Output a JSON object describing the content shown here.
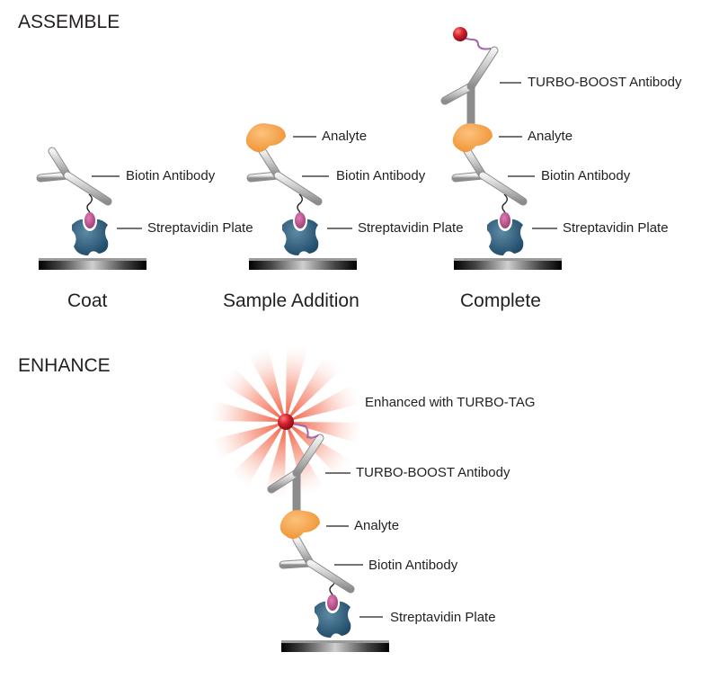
{
  "sections": {
    "assemble": "ASSEMBLE",
    "enhance": "ENHANCE"
  },
  "panels": {
    "coat": {
      "caption": "Coat",
      "labels": {
        "biotin_antibody": "Biotin Antibody",
        "streptavidin_plate": "Streptavidin Plate"
      }
    },
    "sample_addition": {
      "caption": "Sample Addition",
      "labels": {
        "analyte": "Analyte",
        "biotin_antibody": "Biotin Antibody",
        "streptavidin_plate": "Streptavidin Plate"
      }
    },
    "complete": {
      "caption": "Complete",
      "labels": {
        "turbo_boost_antibody": "TURBO-BOOST Antibody",
        "analyte": "Analyte",
        "biotin_antibody": "Biotin Antibody",
        "streptavidin_plate": "Streptavidin Plate"
      }
    },
    "enhanced": {
      "labels": {
        "turbo_tag": "Enhanced with TURBO-TAG",
        "turbo_boost_antibody": "TURBO-BOOST Antibody",
        "analyte": "Analyte",
        "biotin_antibody": "Biotin Antibody",
        "streptavidin_plate": "Streptavidin Plate"
      }
    }
  },
  "colors": {
    "streptavidin": "#2e5f7f",
    "biotin": "#b0508a",
    "analyte": "#f5a24a",
    "antibody": "#c8c8c8",
    "turbo_tag": "#cc1d2a",
    "glow": "#f26b4f",
    "linker": "#a466b0"
  }
}
